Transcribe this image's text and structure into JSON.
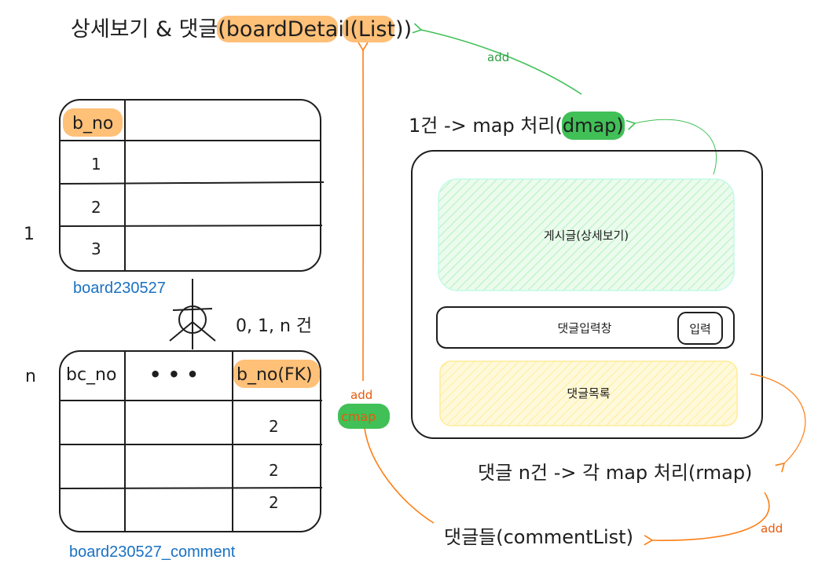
{
  "title": {
    "prefix": "상세보기 & 댓글(",
    "highlight_a": "boardDeta",
    "highlight_b": "il(List",
    "suffix": "))"
  },
  "board_table": {
    "header": "b_no",
    "rows": [
      "1",
      "2",
      "3"
    ],
    "name": "board230527"
  },
  "comment_table": {
    "headers": [
      "bc_no",
      "• • •",
      "b_no(FK)"
    ],
    "values": [
      "2",
      "2",
      "2"
    ],
    "name": "board230527_comment"
  },
  "relation": {
    "left_one": "1",
    "left_many": "n",
    "cardinality": "0, 1, n 건"
  },
  "dmap_label": {
    "prefix": "1건 -> map 처리(",
    "highlight": "dmap",
    "suffix": ")"
  },
  "screen": {
    "detail_box": "게시글(상세보기)",
    "input_box": "댓글입력창",
    "input_button": "입력",
    "list_box": "댓글목록"
  },
  "rmap_label": "댓글 n건 -> 각 map 처리(rmap)",
  "comment_list_label": "댓글들(commentList)",
  "arrows": {
    "add_green": "add",
    "add_orange_left": "add",
    "cmap": "cmap",
    "add_orange_bottom": "add"
  },
  "colors": {
    "orange_highlight": "#ffc078",
    "green_highlight": "#40c057",
    "green_fill": "#c3fae8",
    "yellow_fill": "#fff3bf",
    "orange_arrow": "#fd7e14",
    "green_arrow": "#40c057",
    "blue_label": "#1971c2"
  }
}
